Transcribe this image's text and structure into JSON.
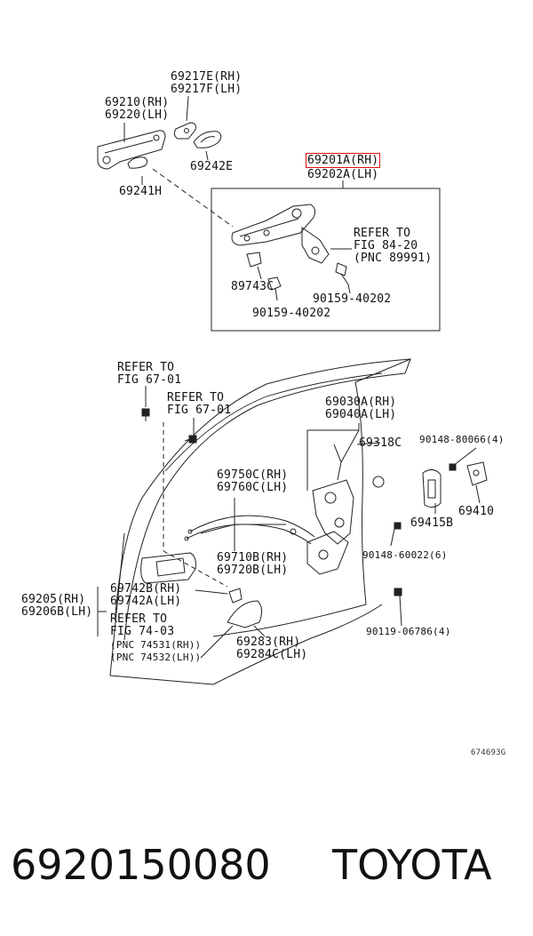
{
  "labels": {
    "p69217e": "69217E(RH)",
    "p69217f": "69217F(LH)",
    "p69210": "69210(RH)",
    "p69220": "69220(LH)",
    "p69242e": "69242E",
    "p69241h": "69241H",
    "p69201a": "69201A(RH)",
    "p69202a": "69202A(LH)",
    "refer_84_1": "REFER TO",
    "refer_84_2": "FIG 84-20",
    "refer_84_3": "(PNC 89991)",
    "p89743c": "89743C",
    "p90159a": "90159-40202",
    "p90159b": "90159-40202",
    "refer_67a_1": "REFER TO",
    "refer_67a_2": "FIG 67-01",
    "refer_67b_1": "REFER TO",
    "refer_67b_2": "FIG 67-01",
    "p69030a": "69030A(RH)",
    "p69040a": "69040A(LH)",
    "p69318c": "69318C",
    "p90148a": "90148-80066(4)",
    "p69750c": "69750C(RH)",
    "p69760c": "69760C(LH)",
    "p69415b": "69415B",
    "p69410": "69410",
    "p69710b": "69710B(RH)",
    "p69720b": "69720B(LH)",
    "p90148b": "90148-60022(6)",
    "p69205": "69205(RH)",
    "p69206b": "69206B(LH)",
    "p69742b": "69742B(RH)",
    "p69742a": "69742A(LH)",
    "refer_74_1": "REFER TO",
    "refer_74_2": "FIG 74-03",
    "pnc_74531": "(PNC 74531(RH))",
    "pnc_74532": "(PNC 74532(LH))",
    "p69283": "69283(RH)",
    "p69284c": "69284C(LH)",
    "p90119": "90119-06786(4)",
    "fig_code": "674693G"
  },
  "highlight_color": "#dd1111",
  "footer": {
    "part_number": "6920150080",
    "brand": "TOYOTA"
  }
}
